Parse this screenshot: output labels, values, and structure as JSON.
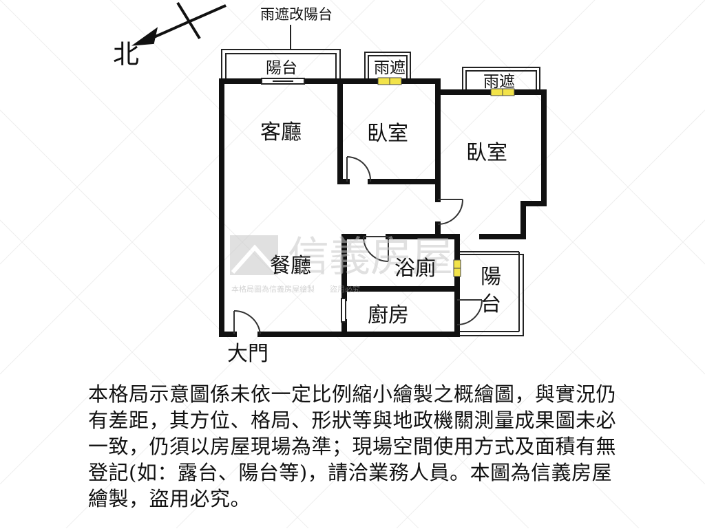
{
  "north_label": "北",
  "rooms": {
    "balcony_conversion_note": "雨遮改陽台",
    "balcony_top": "陽台",
    "canopy_1": "雨遮",
    "canopy_2": "雨遮",
    "living_room": "客廳",
    "bedroom_1": "臥室",
    "bedroom_2": "臥室",
    "dining_room": "餐廳",
    "bathroom": "浴廁",
    "kitchen": "廚房",
    "balcony_side_1": "陽",
    "balcony_side_2": "台",
    "main_door": "大門"
  },
  "watermark": {
    "brand": "信義房屋",
    "subtext": "本格局圖為信義房屋繪製　　盜用必究",
    "color": "#c8c8c8"
  },
  "disclaimer": "本格局示意圖係未依一定比例縮小繪製之概繪圖，與實況仍有差距，其方位、格局、形狀等與地政機關測量成果圖未必一致，仍須以房屋現場為準；現場空間使用方式及面積有無登記(如：露台、陽台等)，請洽業務人員。本圖為信義房屋繪製，盜用必究。",
  "colors": {
    "wall": "#111111",
    "window_marker": "#f2e34a"
  }
}
